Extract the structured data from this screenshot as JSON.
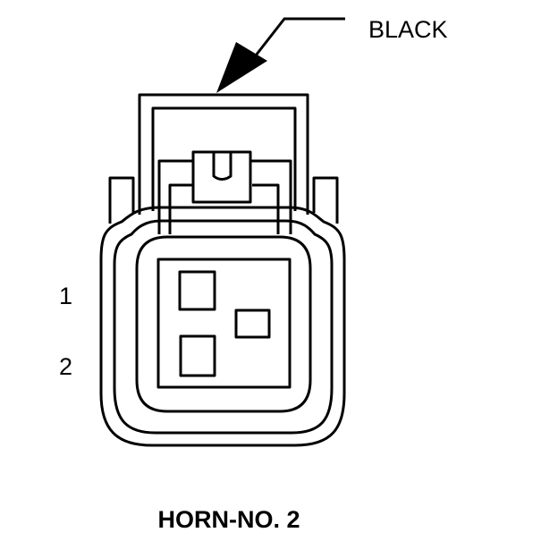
{
  "callout": {
    "label": "BLACK"
  },
  "pins": [
    {
      "label": "1"
    },
    {
      "label": "2"
    }
  ],
  "title": "HORN-NO. 2",
  "colors": {
    "stroke": "#000000",
    "background": "#ffffff"
  }
}
